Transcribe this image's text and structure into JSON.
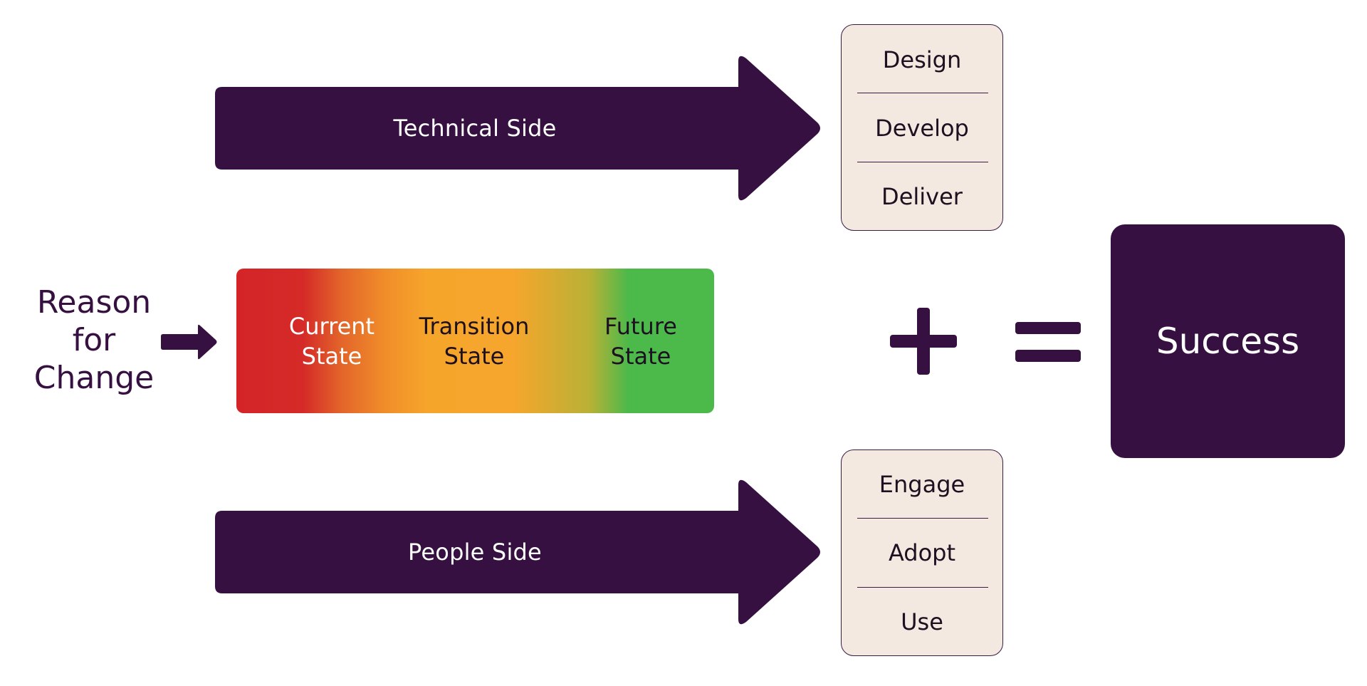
{
  "diagram": {
    "reason_for_change": [
      "Reason",
      "for",
      "Change"
    ],
    "technical_side": {
      "label": "Technical Side",
      "steps": [
        "Design",
        "Develop",
        "Deliver"
      ]
    },
    "people_side": {
      "label": "People Side",
      "steps": [
        "Engage",
        "Adopt",
        "Use"
      ]
    },
    "states": {
      "current": [
        "Current",
        "State"
      ],
      "transition": [
        "Transition",
        "State"
      ],
      "future": [
        "Future",
        "State"
      ]
    },
    "result": "Success",
    "colors": {
      "primary": "#361040",
      "step_box_bg": "#f4e9e0",
      "state_red": "#d42428",
      "state_orange": "#f6a52b",
      "state_green": "#4cb94b"
    }
  }
}
